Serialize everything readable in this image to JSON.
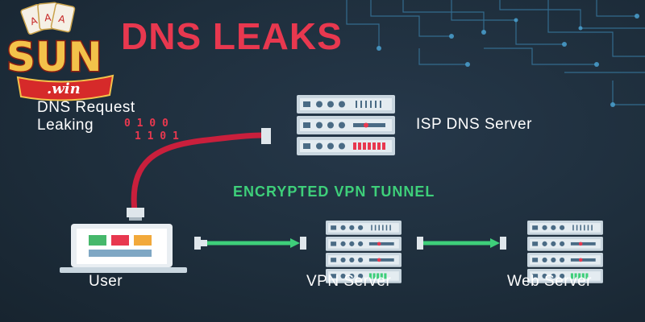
{
  "brand": {
    "logo_text": "SUN",
    "logo_sub": ".win"
  },
  "title": "DNS LEAKS",
  "labels": {
    "dns_request_line1": "DNS Request",
    "dns_request_line2": "Leaking",
    "isp_dns_server": "ISP DNS Server",
    "tunnel": "ENCRYPTED VPN TUNNEL",
    "user": "User",
    "vpn_server": "VPN Server",
    "web_server": "Web Server"
  },
  "binary": {
    "row1": "0 1 0 0",
    "row2": "1 1 0 1"
  },
  "colors": {
    "leak_red": "#e8384f",
    "tunnel_green": "#3ecf7a",
    "server_face": "#c9d6df",
    "background": "#1e2e3c"
  },
  "icons": [
    "laptop-icon",
    "server-rack-icon",
    "circuit-pattern",
    "cable-connector-icon"
  ]
}
